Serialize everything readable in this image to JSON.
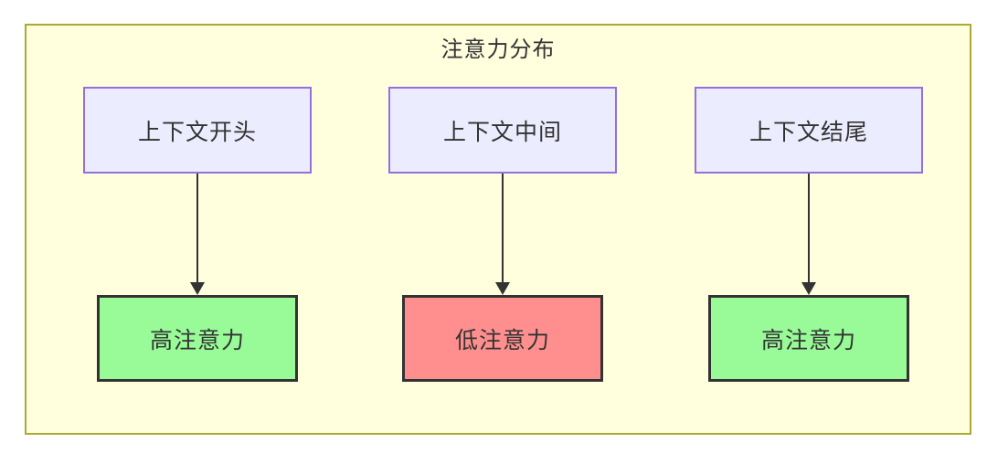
{
  "diagram": {
    "type": "flowchart-top-down",
    "title": "注意力分布",
    "columns": [
      {
        "source": {
          "label": "上下文开头"
        },
        "target": {
          "label": "高注意力",
          "level": "high"
        }
      },
      {
        "source": {
          "label": "上下文中间"
        },
        "target": {
          "label": "低注意力",
          "level": "low"
        }
      },
      {
        "source": {
          "label": "上下文结尾"
        },
        "target": {
          "label": "高注意力",
          "level": "high"
        }
      }
    ],
    "colors": {
      "page_background": "#FFFFFF",
      "cluster_fill": "#FFFFDE",
      "cluster_border": "#AAAA33",
      "source_node_fill": "#ECECFF",
      "source_node_border": "#9370DB",
      "high_attention_fill": "#98FB98",
      "low_attention_fill": "#FF8F8F",
      "target_node_border": "#333333",
      "arrow": "#333333",
      "text": "#333333"
    }
  }
}
